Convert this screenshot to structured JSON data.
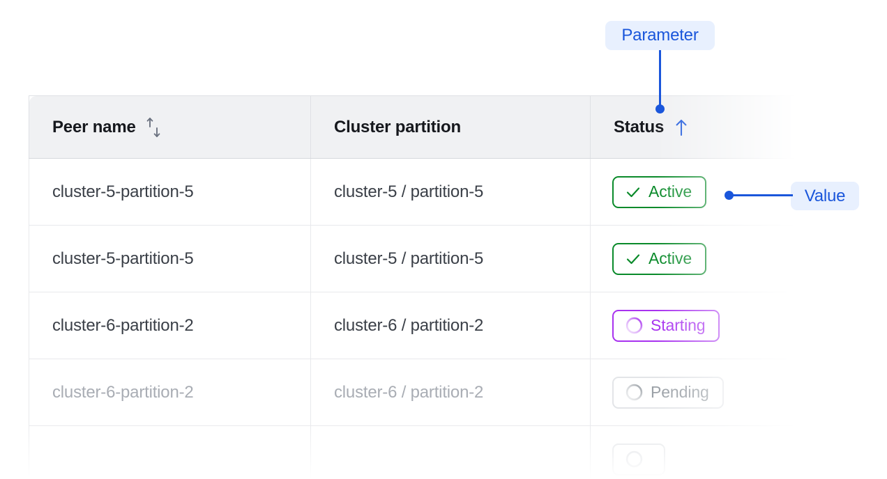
{
  "table": {
    "columns": [
      {
        "label": "Peer name",
        "sort_icon": "sort-both-icon",
        "sort_state": "none"
      },
      {
        "label": "Cluster partition",
        "sort_icon": null,
        "sort_state": "none"
      },
      {
        "label": "Status",
        "sort_icon": "sort-ascending-icon",
        "sort_state": "ascending"
      }
    ],
    "rows": [
      {
        "peer_name": "cluster-5-partition-5",
        "cluster_partition": "cluster-5 / partition-5",
        "status": {
          "label": "Active",
          "icon": "check-icon",
          "variant": "active"
        },
        "muted": false
      },
      {
        "peer_name": "cluster-5-partition-5",
        "cluster_partition": "cluster-5 / partition-5",
        "status": {
          "label": "Active",
          "icon": "check-icon",
          "variant": "active"
        },
        "muted": false
      },
      {
        "peer_name": "cluster-6-partition-2",
        "cluster_partition": "cluster-6 / partition-2",
        "status": {
          "label": "Starting",
          "icon": "spinner-icon",
          "variant": "starting"
        },
        "muted": false
      },
      {
        "peer_name": "cluster-6-partition-2",
        "cluster_partition": "cluster-6 / partition-2",
        "status": {
          "label": "Pending",
          "icon": "spinner-icon",
          "variant": "pending"
        },
        "muted": true
      },
      {
        "peer_name": "",
        "cluster_partition": "",
        "status": {
          "label": "",
          "icon": "spinner-icon",
          "variant": "pending"
        },
        "muted": true
      }
    ]
  },
  "annotations": {
    "parameter": {
      "label": "Parameter",
      "points_to": "Status"
    },
    "value": {
      "label": "Value",
      "points_to": "Active"
    }
  },
  "colors": {
    "annotation_text": "#1a56db",
    "annotation_bg": "#e8f0fe",
    "status_active": "#0a8a2a",
    "status_starting": "#a832ef",
    "status_pending": "#9aa0a6",
    "header_bg": "#f0f1f3",
    "sort_active": "#1a56db"
  }
}
